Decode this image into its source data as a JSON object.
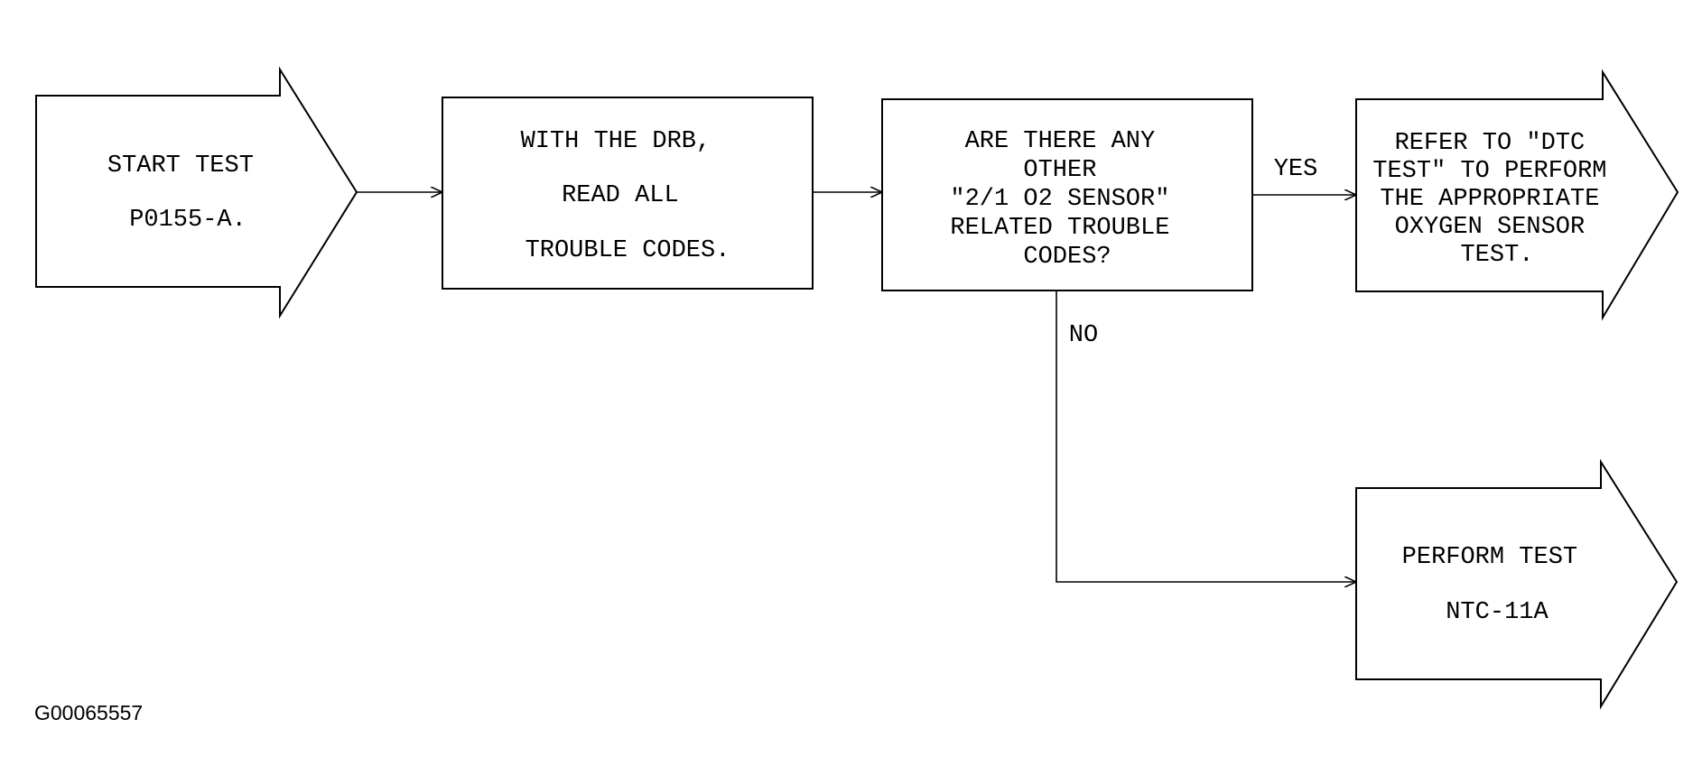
{
  "nodes": {
    "start": {
      "lines": [
        "START TEST",
        "P0155-A."
      ]
    },
    "read": {
      "lines": [
        "WITH THE DRB,",
        "READ ALL",
        "TROUBLE CODES."
      ]
    },
    "question": {
      "lines": [
        "ARE THERE ANY",
        "OTHER",
        "\"2/1 O2 SENSOR\"",
        "RELATED TROUBLE",
        "CODES?"
      ]
    },
    "refer": {
      "lines": [
        "REFER TO \"DTC",
        "TEST\" TO PERFORM",
        "THE APPROPRIATE",
        "OXYGEN SENSOR",
        "TEST."
      ]
    },
    "perform": {
      "lines": [
        "PERFORM TEST",
        "NTC-11A"
      ]
    }
  },
  "edges": {
    "yes_label": "YES",
    "no_label": "NO"
  },
  "figure_id": "G00065557"
}
